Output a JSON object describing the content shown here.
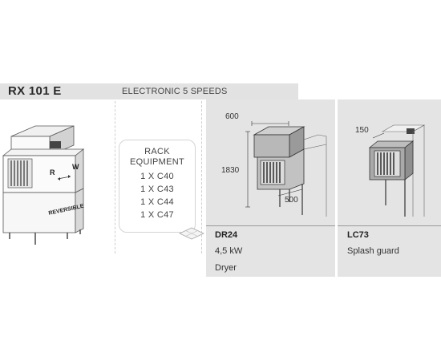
{
  "header": {
    "model": "RX 101 E",
    "subtitle": "ELECTRONIC 5 SPEEDS"
  },
  "machine": {
    "direction_left": "R",
    "direction_right": "W",
    "label": "REVERSIBLE"
  },
  "rack_equipment": {
    "title_line1": "RACK",
    "title_line2": "EQUIPMENT",
    "items": [
      "1 X C40",
      "1 X C43",
      "1 X C44",
      "1 X C47"
    ]
  },
  "options": [
    {
      "code": "DR24",
      "power": "4,5 kW",
      "name": "Dryer",
      "dimensions": {
        "depth": "600",
        "height": "1830",
        "width": "500"
      }
    },
    {
      "code": "LC73",
      "name": "Splash guard",
      "dimensions": {
        "depth": "150"
      }
    }
  ],
  "colors": {
    "header_band": "#e2e2e2",
    "panel_bg": "#e4e4e4",
    "separator": "#9a9a9a"
  }
}
